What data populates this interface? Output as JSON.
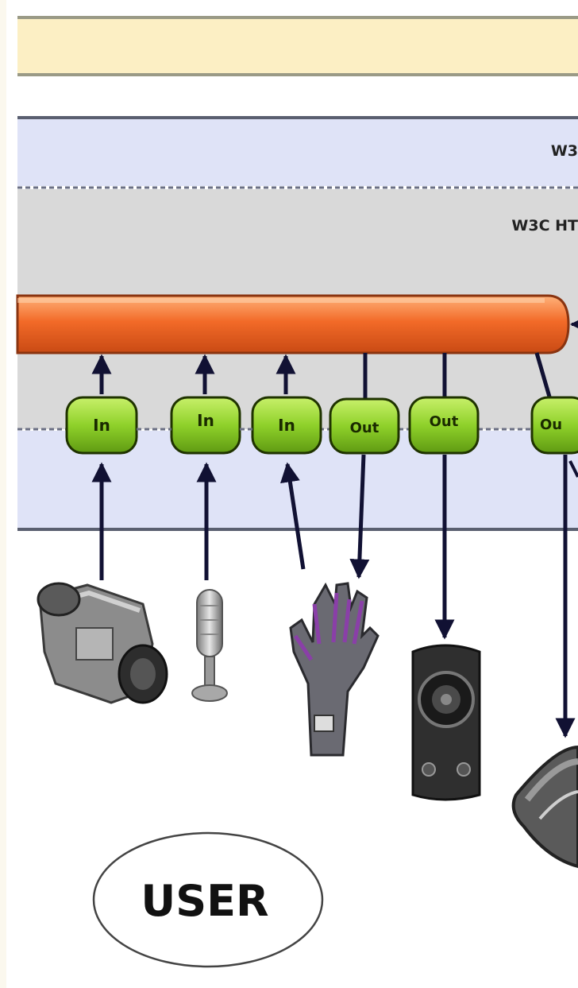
{
  "layers": {
    "top_label": "W3",
    "mid_label": "W3C HT"
  },
  "ports": [
    {
      "label": "In",
      "direction": "in"
    },
    {
      "label": "In",
      "direction": "in"
    },
    {
      "label": "In",
      "direction": "in"
    },
    {
      "label": "Out",
      "direction": "out"
    },
    {
      "label": "Out",
      "direction": "out"
    },
    {
      "label": "Ou",
      "direction": "out"
    }
  ],
  "devices": [
    "video-camera",
    "microphone",
    "data-glove",
    "speaker",
    "headset"
  ],
  "user_label": "USER",
  "colors": {
    "yellow_bar": "#fcefc4",
    "blue_band": "#dfe3f7",
    "gray_band": "#d8d8d8",
    "orange_bus": "#f06a2c",
    "port_green": "#8fd12a",
    "arrow": "#111133"
  }
}
